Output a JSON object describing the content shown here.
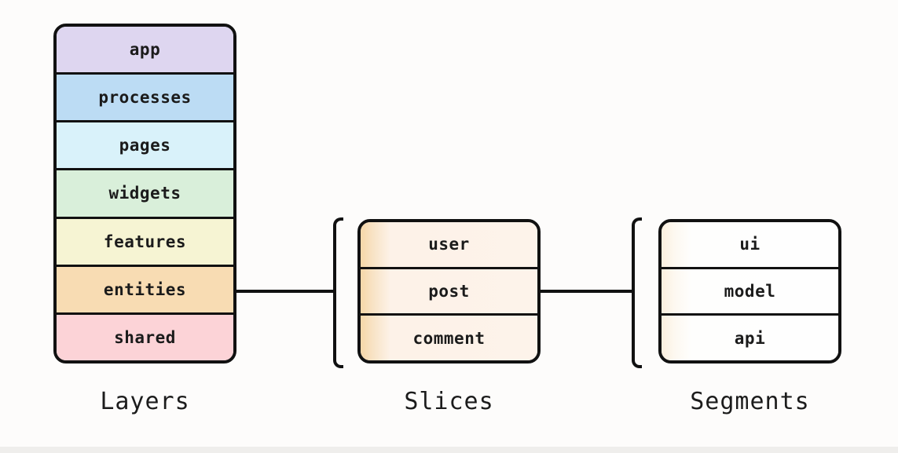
{
  "layers": {
    "label": "Layers",
    "items": [
      {
        "label": "app",
        "color": "#ded6f0"
      },
      {
        "label": "processes",
        "color": "#bcdcf4"
      },
      {
        "label": "pages",
        "color": "#d9f2fa"
      },
      {
        "label": "widgets",
        "color": "#d9efda"
      },
      {
        "label": "features",
        "color": "#f6f4d3"
      },
      {
        "label": "entities",
        "color": "#f8dcb3"
      },
      {
        "label": "shared",
        "color": "#fcd3d7"
      }
    ]
  },
  "slices": {
    "label": "Slices",
    "items": [
      {
        "label": "user"
      },
      {
        "label": "post"
      },
      {
        "label": "comment"
      }
    ],
    "row_strip_color": "#f6d7a8",
    "row_body_color": "#fdf3ea"
  },
  "segments": {
    "label": "Segments",
    "items": [
      {
        "label": "ui"
      },
      {
        "label": "model"
      },
      {
        "label": "api"
      }
    ],
    "row_strip_color": "#fbefdd",
    "row_body_color": "#fefefe"
  },
  "colors": {
    "border": "#111111",
    "text": "#1b1b1b",
    "background": "#fdfcfb"
  }
}
